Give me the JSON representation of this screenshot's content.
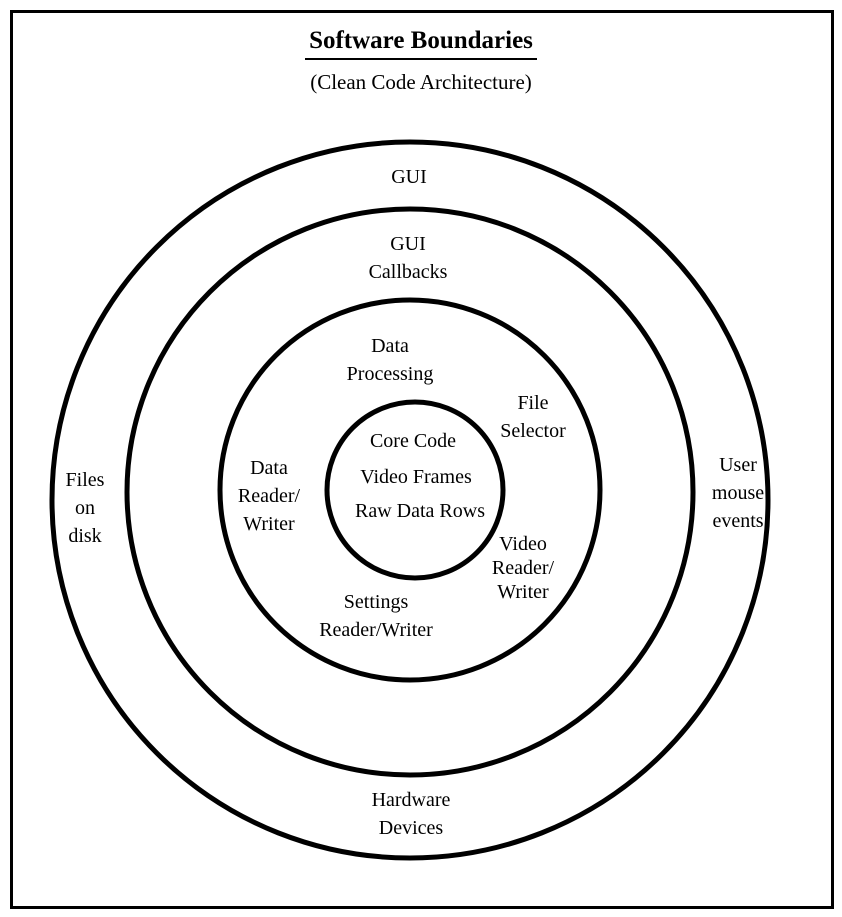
{
  "title": "Software Boundaries",
  "subtitle": "(Clean Code Architecture)",
  "rings": [
    {
      "name": "gui",
      "labels": [
        [
          "GUI"
        ],
        [
          "Files",
          "on",
          "disk"
        ],
        [
          "User",
          "mouse",
          "events"
        ],
        [
          "Hardware",
          "Devices"
        ]
      ]
    },
    {
      "name": "gui-callbacks",
      "labels": [
        [
          "GUI",
          "Callbacks"
        ]
      ]
    },
    {
      "name": "data-processing",
      "labels": [
        [
          "Data",
          "Processing"
        ],
        [
          "File",
          "Selector"
        ],
        [
          "Data",
          "Reader/",
          "Writer"
        ],
        [
          "Video",
          "Reader/",
          "Writer"
        ],
        [
          "Settings",
          "Reader/Writer"
        ]
      ]
    },
    {
      "name": "core",
      "labels": [
        [
          "Core Code"
        ],
        [
          "Video Frames"
        ],
        [
          "Raw Data Rows"
        ]
      ]
    }
  ]
}
